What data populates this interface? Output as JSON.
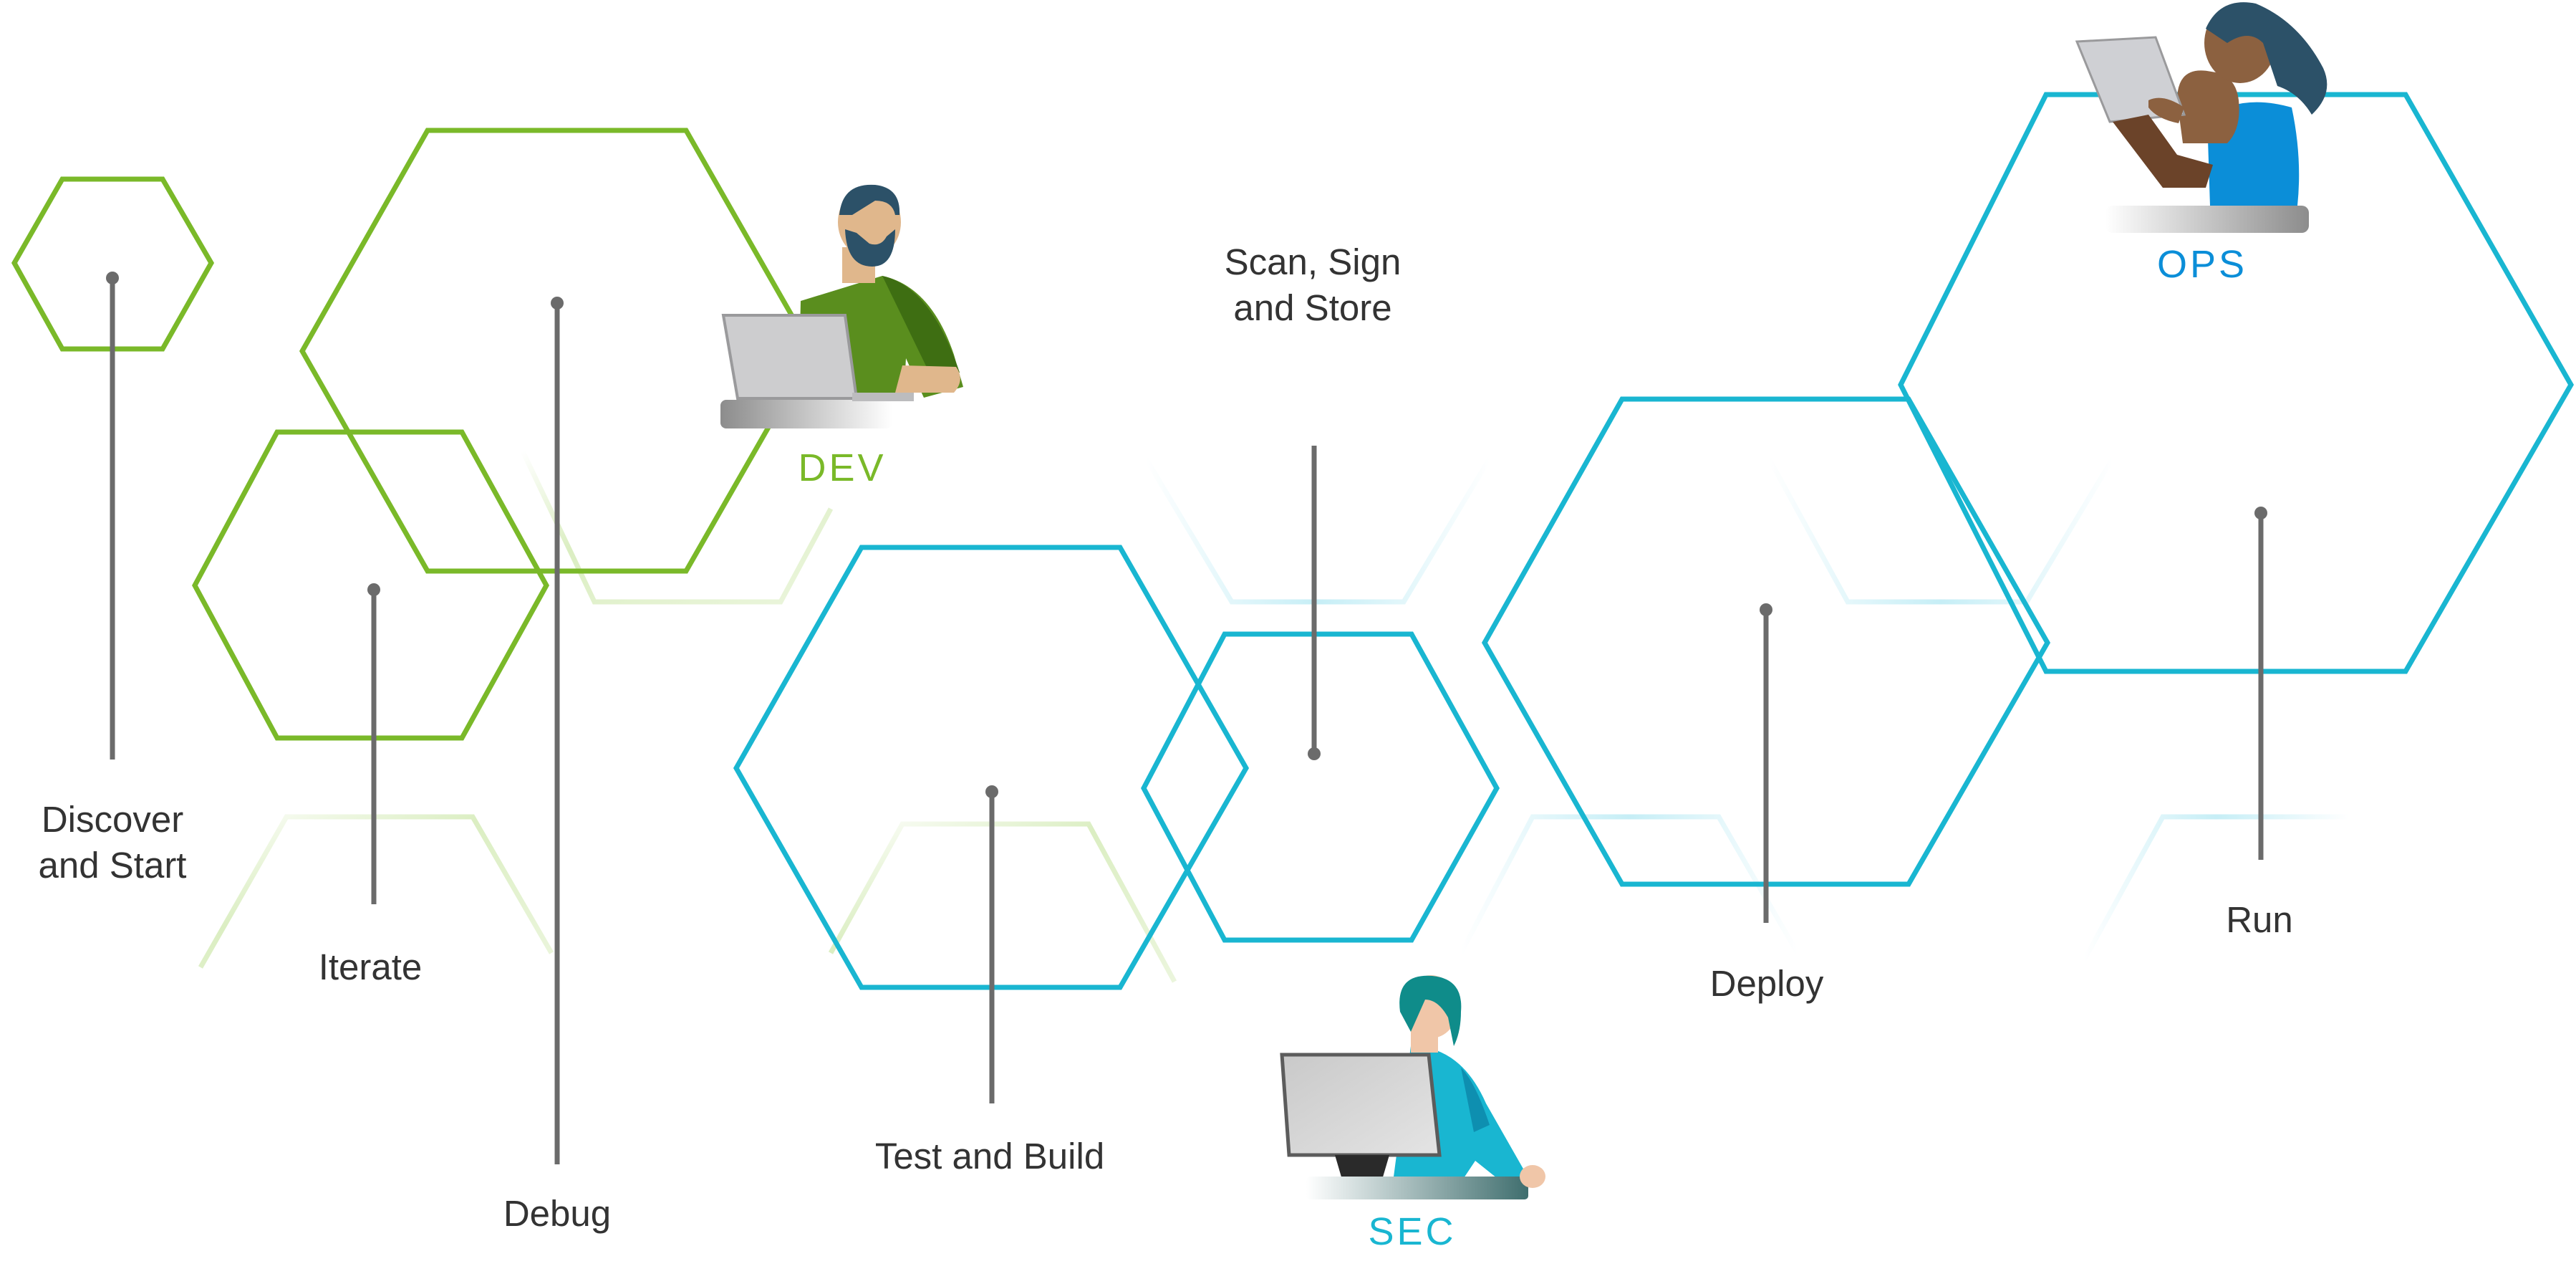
{
  "colors": {
    "dev": "#7ab929",
    "sec": "#19b6d1",
    "ops": "#0b8ed8",
    "line": "#6b6b6b",
    "text": "#333333"
  },
  "stages": {
    "discover": "Discover\nand Start",
    "iterate": "Iterate",
    "debug": "Debug",
    "test_build": "Test and Build",
    "scan_sign_store": "Scan, Sign\nand Store",
    "deploy": "Deploy",
    "run": "Run"
  },
  "roles": {
    "dev": "DEV",
    "sec": "SEC",
    "ops": "OPS"
  },
  "icons": {
    "dev_person": "developer-at-laptop-icon",
    "sec_person": "security-at-monitor-icon",
    "ops_person": "operator-with-tablet-icon"
  }
}
